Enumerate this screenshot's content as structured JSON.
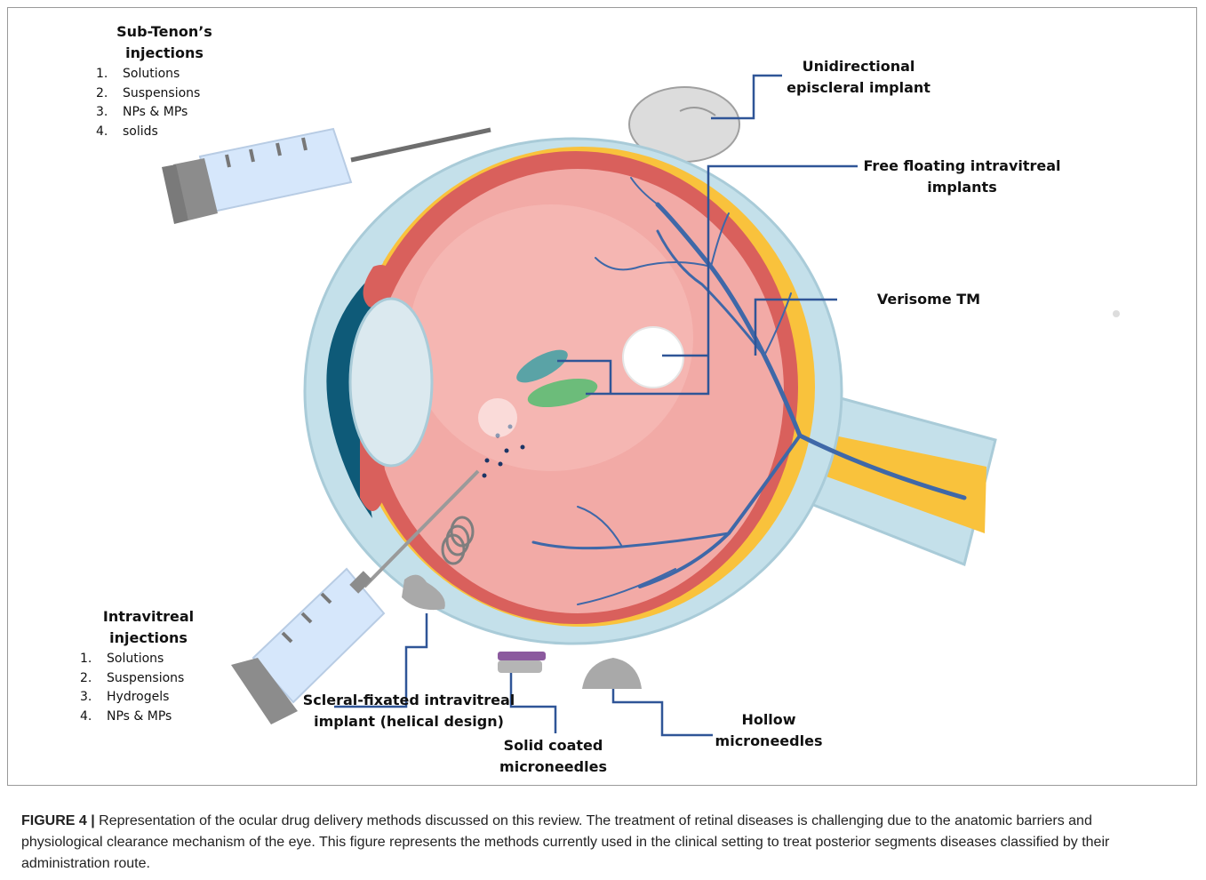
{
  "figure": {
    "sub_tenon": {
      "title": "Sub-Tenon’s injections",
      "items": [
        {
          "num": "1.",
          "text": "Solutions"
        },
        {
          "num": "2.",
          "text": "Suspensions"
        },
        {
          "num": "3.",
          "text": "NPs & MPs"
        },
        {
          "num": "4.",
          "text": "solids"
        }
      ]
    },
    "intravitreal": {
      "title": "Intravitreal injections",
      "items": [
        {
          "num": "1.",
          "text": "Solutions"
        },
        {
          "num": "2.",
          "text": "Suspensions"
        },
        {
          "num": "3.",
          "text": "Hydrogels"
        },
        {
          "num": "4.",
          "text": "NPs & MPs"
        }
      ]
    },
    "labels": {
      "episcleral": "Unidirectional episcleral implant",
      "free_floating": "Free floating intravitreal implants",
      "verisome": "Verisome TM",
      "scleral_fixated": "Scleral-fixated intravitreal implant (helical design)",
      "solid_coated": "Solid coated microneedles",
      "hollow": "Hollow microneedles"
    }
  },
  "caption": {
    "label": "FIGURE 4 |",
    "text": "Representation of the ocular drug delivery methods discussed on this review. The treatment of retinal diseases is challenging due to the anatomic barriers and physiological clearance mechanism of the eye. This figure represents the methods currently used in the clinical setting to treat posterior segments diseases classified by their administration route."
  },
  "colors": {
    "sclera": "#c4e0ea",
    "retina": "#f2aaa6",
    "choroid": "#d9605c",
    "yellow_layer": "#f9c23c",
    "cornea": "#0e5a78",
    "lens": "#dbe9ef",
    "vessel": "#3f68a8",
    "leader_line": "#2f5597",
    "syringe_barrel": "#d6e7fb",
    "syringe_metal": "#8c8c8c"
  }
}
